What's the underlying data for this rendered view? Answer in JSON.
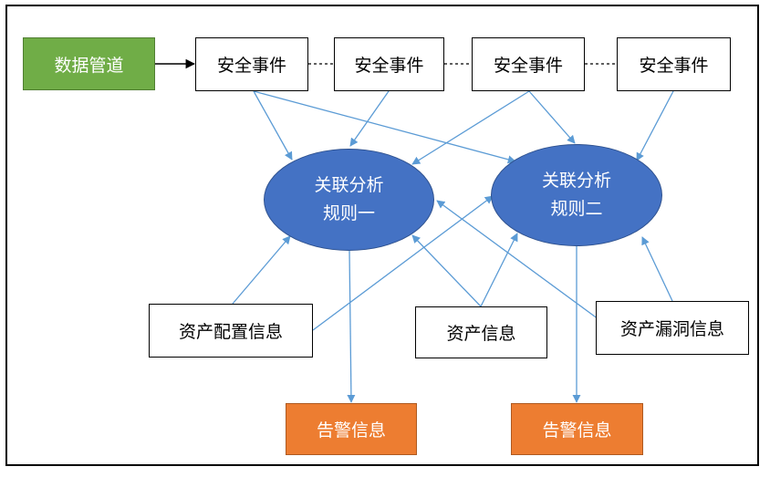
{
  "pipeline": {
    "label": "数据管道",
    "color": "#70ad47"
  },
  "events": [
    {
      "label": "安全事件"
    },
    {
      "label": "安全事件"
    },
    {
      "label": "安全事件"
    },
    {
      "label": "安全事件"
    }
  ],
  "rules": [
    {
      "line1": "关联分析",
      "line2": "规则一"
    },
    {
      "line1": "关联分析",
      "line2": "规则二"
    }
  ],
  "info": {
    "asset_config": "资产配置信息",
    "asset": "资产信息",
    "asset_vuln": "资产漏洞信息"
  },
  "alerts": [
    {
      "label": "告警信息"
    },
    {
      "label": "告警信息"
    }
  ],
  "colors": {
    "rule_fill": "#4472c4",
    "alert_fill": "#ed7d31",
    "arrow": "#5b9bd5"
  }
}
